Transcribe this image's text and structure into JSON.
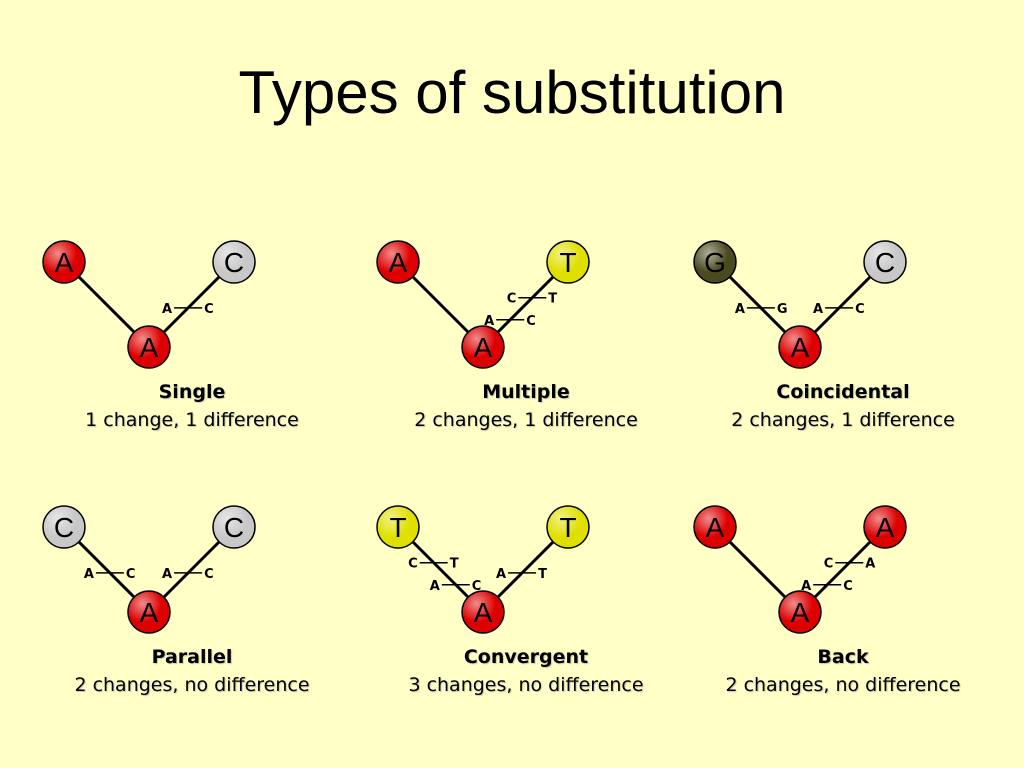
{
  "slide": {
    "title": "Types of substitution"
  },
  "colors": {
    "A": "#dd0000",
    "C": "#c8c8c8",
    "T": "#e0e000",
    "G": "#4a4a20",
    "background": "#ffffc6"
  },
  "panels": [
    {
      "name": "Single",
      "description": "1 change, 1 difference",
      "nodes": {
        "left": "A",
        "right": "C",
        "root": "A"
      },
      "changes": {
        "left": [],
        "right": [
          [
            "A",
            "C"
          ]
        ]
      }
    },
    {
      "name": "Multiple",
      "description": "2 changes, 1 difference",
      "nodes": {
        "left": "A",
        "right": "T",
        "root": "A"
      },
      "changes": {
        "left": [],
        "right": [
          [
            "A",
            "C"
          ],
          [
            "C",
            "T"
          ]
        ]
      }
    },
    {
      "name": "Coincidental",
      "description": "2 changes, 1 difference",
      "nodes": {
        "left": "G",
        "right": "C",
        "root": "A"
      },
      "changes": {
        "left": [
          [
            "A",
            "G"
          ]
        ],
        "right": [
          [
            "A",
            "C"
          ]
        ]
      }
    },
    {
      "name": "Parallel",
      "description": "2 changes, no difference",
      "nodes": {
        "left": "C",
        "right": "C",
        "root": "A"
      },
      "changes": {
        "left": [
          [
            "A",
            "C"
          ]
        ],
        "right": [
          [
            "A",
            "C"
          ]
        ]
      }
    },
    {
      "name": "Convergent",
      "description": "3 changes, no difference",
      "nodes": {
        "left": "T",
        "right": "T",
        "root": "A"
      },
      "changes": {
        "left": [
          [
            "A",
            "C"
          ],
          [
            "C",
            "T"
          ]
        ],
        "right": [
          [
            "A",
            "T"
          ]
        ]
      }
    },
    {
      "name": "Back",
      "description": "2 changes, no difference",
      "nodes": {
        "left": "A",
        "right": "A",
        "root": "A"
      },
      "changes": {
        "left": [],
        "right": [
          [
            "A",
            "C"
          ],
          [
            "C",
            "A"
          ]
        ]
      }
    }
  ]
}
